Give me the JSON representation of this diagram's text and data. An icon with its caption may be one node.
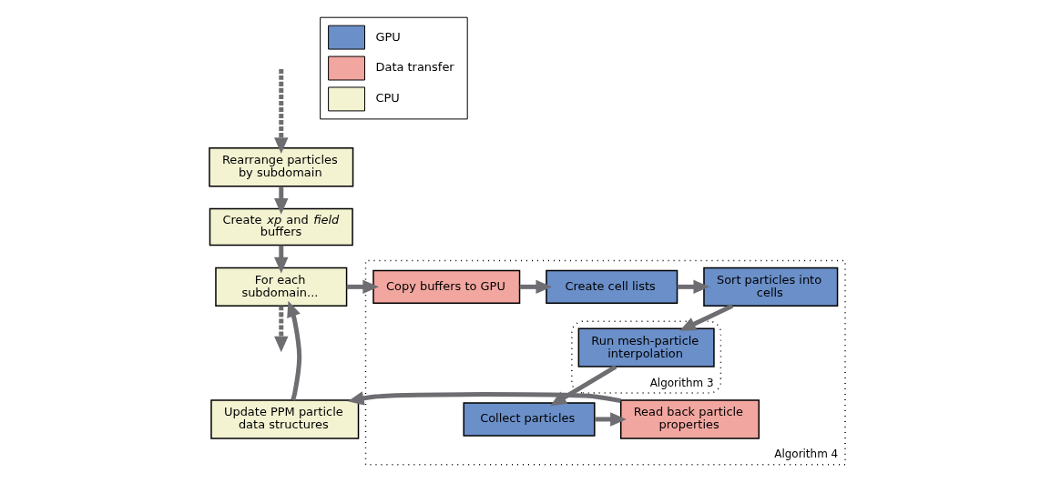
{
  "diagram": {
    "nodes": [
      {
        "text": [
          "Rearrange particles by subdomain"
        ]
      },
      {
        "text": [
          "Create *xp* and *field* buffers"
        ]
      },
      {
        "text": [
          "For each subdomain..."
        ]
      },
      {
        "text": [
          "Algorithm 4"
        ]
      },
      {
        "text": [
          "Copy buffers to GPU"
        ],
        "in": 3
      },
      {
        "text": [
          "Create cell lists"
        ],
        "in": 3
      },
      {
        "text": [
          "Sort particles into cells"
        ],
        "in": 3
      },
      {
        "text": [
          "Algorithm 3"
        ],
        "in": 3
      },
      {
        "text": [
          "Run mesh-particle interpolation"
        ],
        "in": 7
      },
      {
        "text": [
          "Collect particles"
        ],
        "in": 3
      },
      {
        "text": [
          "Read back particle properties"
        ],
        "in": 3
      },
      {
        "text": [
          "Update PPM particle data structures"
        ]
      }
    ],
    "edges": [
      {
        "from": null,
        "to": 0,
        "arrow": "to",
        "style": "dashed"
      },
      {
        "from": 0,
        "to": 1,
        "arrow": "to"
      },
      {
        "from": 1,
        "to": 2,
        "arrow": "to"
      },
      {
        "from": 2,
        "to": 4,
        "arrow": "to"
      },
      {
        "from": 4,
        "to": 5,
        "arrow": "to"
      },
      {
        "from": 5,
        "to": 6,
        "arrow": "to"
      },
      {
        "from": 6,
        "to": 8,
        "arrow": "to"
      },
      {
        "from": 8,
        "to": 9,
        "arrow": "to"
      },
      {
        "from": 9,
        "to": 10,
        "arrow": "to"
      },
      {
        "from": 10,
        "to": 11,
        "arrow": "to"
      },
      {
        "from": 11,
        "to": 2,
        "arrow": "to"
      },
      {
        "from": 2,
        "to": null,
        "arrow": "to",
        "style": "dashed"
      }
    ],
    "legend": [
      {
        "text": "GPU",
        "color": "#6a8fc9"
      },
      {
        "text": "Data transfer",
        "color": "#f2a6a0"
      },
      {
        "text": "CPU",
        "color": "#f3f3d2"
      }
    ]
  }
}
